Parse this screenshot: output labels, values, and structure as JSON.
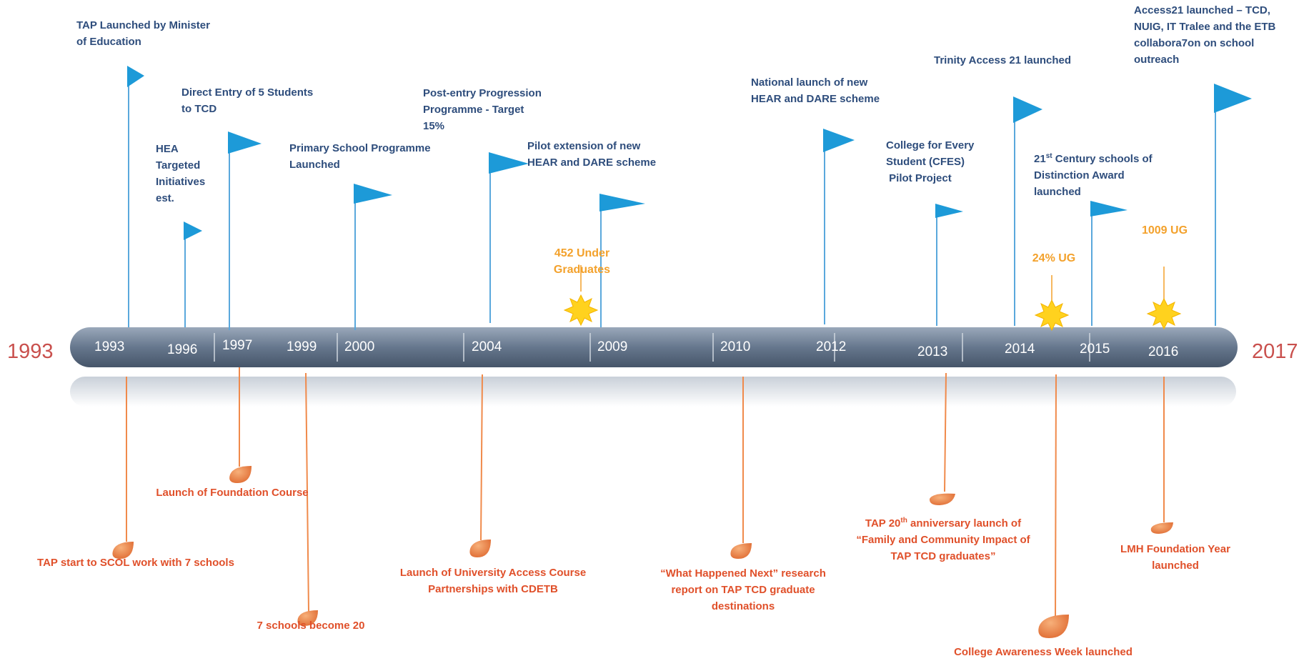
{
  "timeline": {
    "start_year": "1993",
    "end_year": "2017",
    "bar_years": [
      "1993",
      "1996",
      "1997",
      "1999",
      "2000",
      "2004",
      "2009",
      "2010",
      "2012",
      "2013",
      "2014",
      "2015",
      "2016"
    ]
  },
  "above_events": [
    {
      "lines": [
        "TAP Launched  by Minister",
        "of Education"
      ]
    },
    {
      "lines": [
        "HEA",
        "Targeted",
        "Initiatives",
        "est."
      ]
    },
    {
      "lines": [
        "Direct Entry of 5 Students",
        "to TCD"
      ]
    },
    {
      "lines": [
        "Primary School Programme",
        "Launched"
      ]
    },
    {
      "lines": [
        "Post-entry Progression",
        "Programme -  Target",
        "15%"
      ]
    },
    {
      "lines": [
        "Pilot extension of new",
        "HEAR and DARE scheme"
      ]
    },
    {
      "lines": [
        "National launch of new",
        "HEAR and DARE scheme"
      ]
    },
    {
      "lines": [
        "College for Every",
        "Student (CFES)",
        " Pilot Project"
      ]
    },
    {
      "lines": [
        "Trinity Access 21 launched"
      ]
    },
    {
      "lines_pre": "21",
      "sup": "st",
      "line1_rest": " Century schools of",
      "lines": [
        "Distinction Award",
        "launched"
      ]
    },
    {
      "lines": [
        "Access21 launched – TCD,",
        "NUIG, IT Tralee and the ETB",
        "collabora7on on school",
        "outreach"
      ]
    }
  ],
  "stats": [
    {
      "lines": [
        "452 Under",
        "Graduates"
      ]
    },
    {
      "lines": [
        "24% UG"
      ]
    },
    {
      "lines": [
        "1009 UG"
      ]
    }
  ],
  "below_events": [
    {
      "lines": [
        "TAP start to SCOL work with 7 schools"
      ]
    },
    {
      "lines": [
        "Launch of Foundation Course"
      ]
    },
    {
      "lines": [
        "7 schools become 20"
      ]
    },
    {
      "lines": [
        "Launch of University Access Course",
        "Partnerships with CDETB"
      ]
    },
    {
      "lines": [
        "“What Happened Next” research",
        "report on TAP TCD graduate",
        "destinations"
      ]
    },
    {
      "lines_pre": "TAP 20",
      "sup": "th",
      "line1_rest": " anniversary launch of",
      "lines": [
        "“Family and Community Impact of",
        "TAP TCD graduates”"
      ]
    },
    {
      "lines": [
        "College Awareness Week launched"
      ]
    },
    {
      "lines": [
        "LMH Foundation Year",
        "launched"
      ]
    }
  ],
  "colors": {
    "flag": "#1d9ad8",
    "pole": "#5aa8dc",
    "bar_top": "#8a9bb0",
    "bar_bottom": "#4e5f75",
    "below_marker": "#f08a4b",
    "below_text": "#e0502a",
    "above_text": "#2e4d7c",
    "stat_text": "#f3a12b",
    "star": "#ffd21e"
  }
}
